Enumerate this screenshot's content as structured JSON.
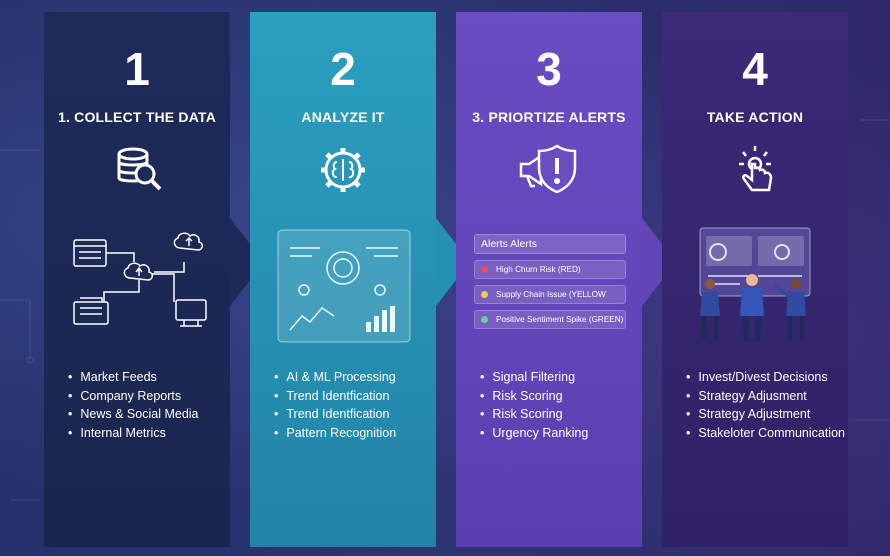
{
  "colors": {
    "step1": "#1e2b5a",
    "step2": "#2a9fbf",
    "step3": "#6a4cc3",
    "step4": "#3a2a78",
    "alert_red": "#e84a5f",
    "alert_yellow": "#f2c94c",
    "alert_green": "#6fcf97"
  },
  "steps": [
    {
      "number": "1",
      "title": "1. COLLECT THE DATA",
      "icon": "database-search-icon",
      "bullets": [
        "Market Feeds",
        "Company Reports",
        "News & Social Media",
        "Internal Metrics"
      ]
    },
    {
      "number": "2",
      "title": "ANALYZE IT",
      "icon": "brain-gear-icon",
      "bullets": [
        "AI & ML Processing",
        "Trend Identfication",
        "Trend Identfication",
        "Pattern Recognition"
      ]
    },
    {
      "number": "3",
      "title": "3. PRIORTIZE ALERTS",
      "icon": "megaphone-shield-icon",
      "alerts_header": "Alerts Alerts",
      "alerts": [
        {
          "label": "High Churn Risk (RED)",
          "color": "#e84a5f"
        },
        {
          "label": "Supply Chain Issue (YELLOW",
          "color": "#f2c94c"
        },
        {
          "label": "Positive Sentiment Spike (GREEN)",
          "color": "#6fcf97"
        }
      ],
      "bullets": [
        "Signal Filtering",
        "Risk Scoring",
        "Risk Scoring",
        "Urgency Ranking"
      ]
    },
    {
      "number": "4",
      "title": "TAKE ACTION",
      "icon": "pointer-hand-icon",
      "bullets": [
        "Invest/Divest Decisions",
        "Strategy Adjusment",
        "Strategy Adjustment",
        "Stakeloter Communication"
      ]
    }
  ]
}
